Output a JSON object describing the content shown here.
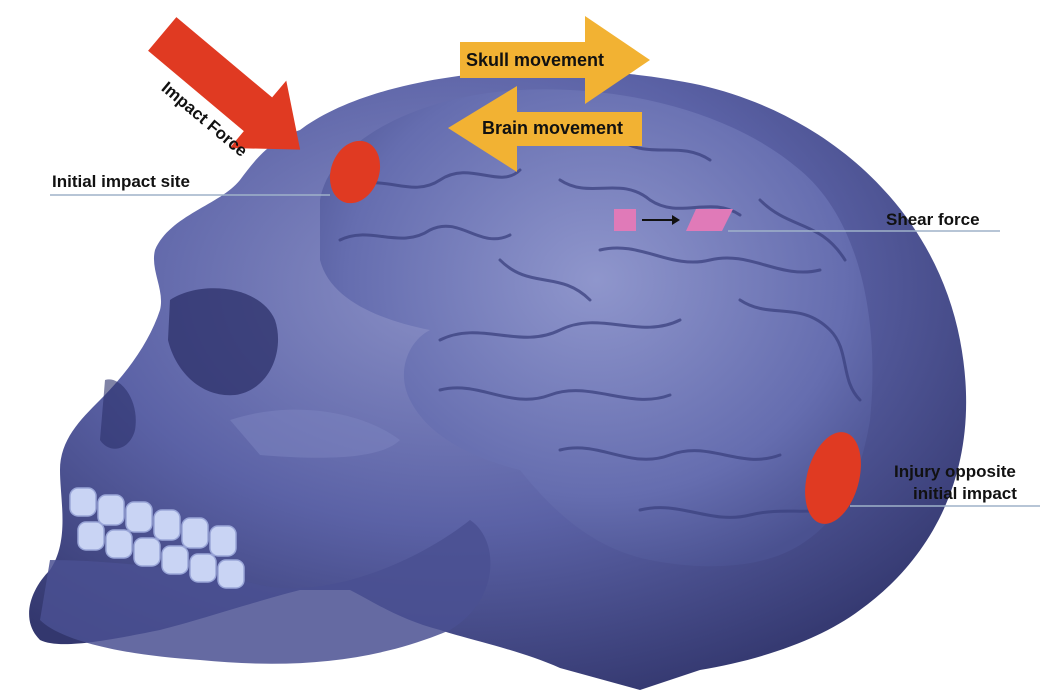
{
  "colors": {
    "skull": "#5b62a6",
    "skull_dark": "#3d4280",
    "brain": "#6a72b3",
    "teeth": "#c9d4f4",
    "impact": "#e03a22",
    "movement_arrow": "#f2b233",
    "shear": "#e07ab8",
    "leader": "#9fb2c9"
  },
  "arrows": {
    "impact_force": "Impact Force",
    "skull_movement": "Skull movement",
    "brain_movement": "Brain movement"
  },
  "labels": {
    "initial_impact_site": "Initial impact site",
    "shear_force": "Shear force",
    "injury_opposite_line1": "Injury opposite",
    "injury_opposite_line2": "initial impact"
  }
}
